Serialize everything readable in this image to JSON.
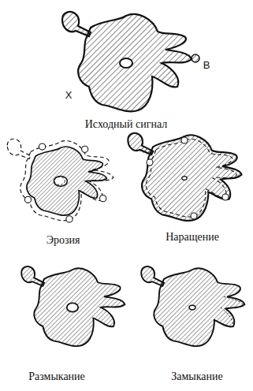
{
  "diagram": {
    "labels": [
      "X",
      "B",
      "Исходный сигнал",
      "Эрозия",
      "Наращение",
      "Размыкание",
      "Замыкание"
    ]
  }
}
